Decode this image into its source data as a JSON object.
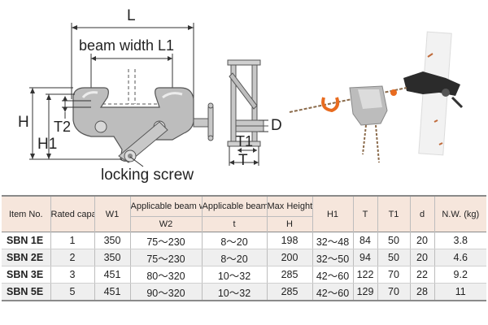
{
  "diagram": {
    "label_L": "L",
    "label_beam_width": "beam width L1",
    "label_H": "H",
    "label_T2": "T2",
    "label_H1": "H1",
    "label_locking_screw": "locking screw",
    "label_D": "D",
    "label_T1": "T1",
    "label_T": "T"
  },
  "table": {
    "header_top": [
      "Item No.",
      "Rated capacity (ton)",
      "W1",
      "Applicable beam width",
      "Applicable beam thickness",
      "Max Height",
      "H1",
      "T",
      "T1",
      "d",
      "N.W. (kg)"
    ],
    "header_sub": [
      "W2",
      "t",
      "H"
    ],
    "rows": [
      {
        "item": "SBN 1E",
        "cap": "1",
        "w1": "350",
        "w2": "75～230",
        "t": "8～20",
        "h": "198",
        "h1": "32～48",
        "T": "84",
        "t1": "50",
        "d": "20",
        "nw": "3.8"
      },
      {
        "item": "SBN 2E",
        "cap": "2",
        "w1": "350",
        "w2": "75～230",
        "t": "8～20",
        "h": "200",
        "h1": "32～50",
        "T": "94",
        "t1": "50",
        "d": "20",
        "nw": "4.6"
      },
      {
        "item": "SBN 3E",
        "cap": "3",
        "w1": "451",
        "w2": "80～320",
        "t": "10～32",
        "h": "285",
        "h1": "42～60",
        "T": "122",
        "t1": "70",
        "d": "22",
        "nw": "9.2"
      },
      {
        "item": "SBN 5E",
        "cap": "5",
        "w1": "451",
        "w2": "90～320",
        "t": "10～32",
        "h": "285",
        "h1": "42～60",
        "T": "129",
        "t1": "70",
        "d": "28",
        "nw": "11"
      }
    ]
  }
}
